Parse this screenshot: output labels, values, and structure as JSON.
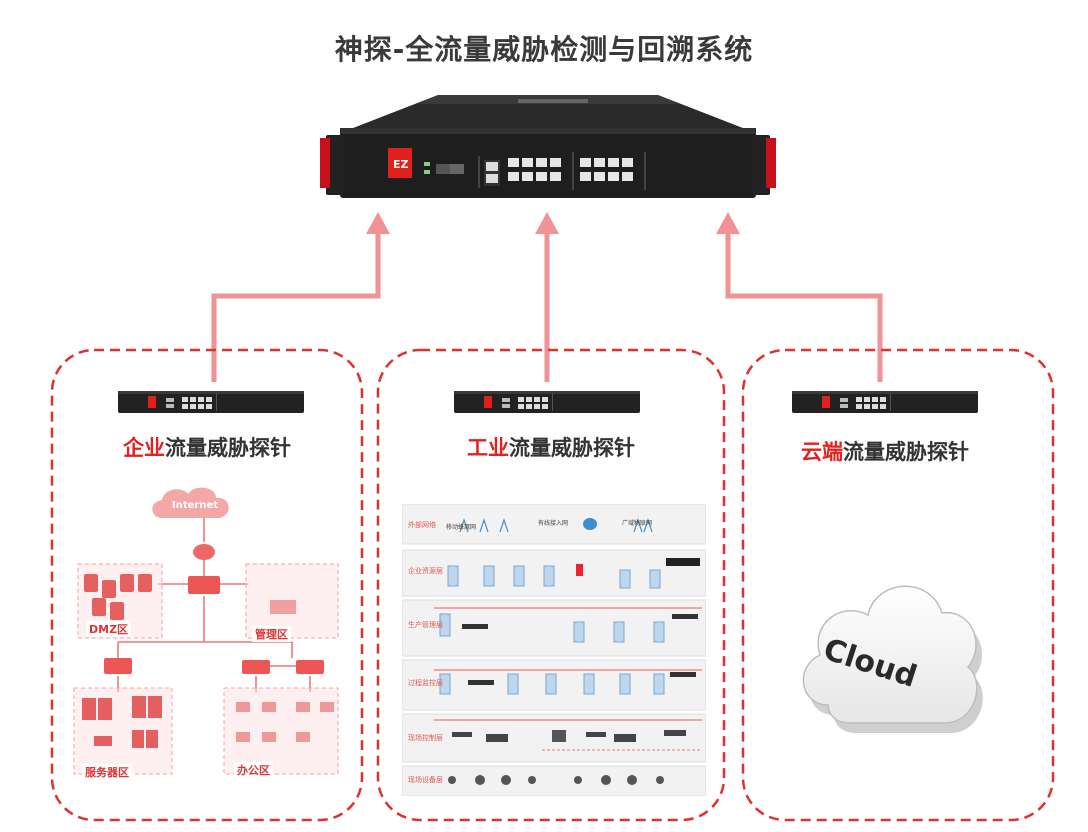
{
  "title": "神探-全流量威胁检测与回溯系统",
  "probes": [
    {
      "highlight": "企业",
      "rest": "流量威胁探针"
    },
    {
      "highlight": "工业",
      "rest": "流量威胁探针"
    },
    {
      "highlight": "云端",
      "rest": "流量威胁探针"
    }
  ],
  "enterprise": {
    "internet": "Internet",
    "zones": [
      "DMZ区",
      "管理区",
      "服务器区",
      "办公区"
    ]
  },
  "industrial": {
    "layers": [
      "外部网络",
      "企业资源层",
      "生产管理层",
      "过程监控层",
      "现场控制层",
      "现场设备层"
    ],
    "external": [
      "移动蜂窝网",
      "有线接入网",
      "广域物联网"
    ]
  },
  "cloud": {
    "label": "Cloud"
  },
  "colors": {
    "accent": "#e3211f",
    "arrow": "#f19294",
    "dash": "#e03030"
  }
}
